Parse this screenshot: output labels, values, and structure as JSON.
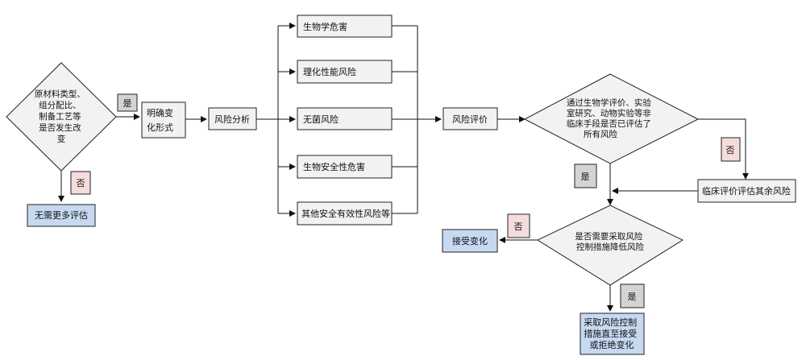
{
  "nodes": {
    "start_decision": [
      "原材料类型、",
      "组分配比、",
      "制备工艺等",
      "是否发生改",
      "变"
    ],
    "no_more_eval": "无需更多评估",
    "clarify_change": [
      "明确变",
      "化形式"
    ],
    "risk_analysis": "风险分析",
    "bio_hazard": "生物学危害",
    "physchem_risk": "理化性能风险",
    "sterile_risk": "无菌风险",
    "biosafety_hazard": "生物安全性危害",
    "other_risk": "其他安全有效性风险等",
    "risk_evaluation": "风险评价",
    "eval_decision": [
      "通过生物学评价、实验",
      "室研究、动物实验等非",
      "临床手段是否已评估了",
      "所有风险"
    ],
    "clinical_eval": "临床评价评估其余风险",
    "control_decision": [
      "是否需要采取风险",
      "控制措施降低风险"
    ],
    "accept_change": "接受变化",
    "take_control": [
      "采取风险控制",
      "措施直至接受",
      "或拒绝变化"
    ]
  },
  "labels": {
    "yes_1": "是",
    "no_1": "否",
    "no_2": "否",
    "yes_2": "是",
    "no_3": "否",
    "yes_3": "是"
  },
  "colors": {
    "blue_fill": "#c6d9f1",
    "gray_fill": "#d4d4d4",
    "pink_fill": "#f5dcdc",
    "box_fill": "#f2f2f2",
    "stroke": "#222222"
  }
}
